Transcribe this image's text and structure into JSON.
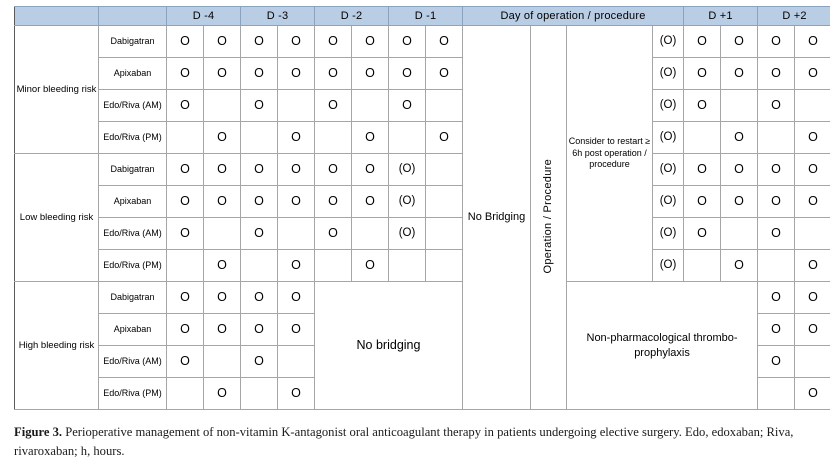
{
  "figure": {
    "label": "Figure 3.",
    "caption_line1": "Perioperative management of non-vitamin K-antagonist oral anticoagulant therapy in patients undergoing elective surgery.",
    "caption_line2": "Edo, edoxaban; Riva, rivaroxaban; h, hours."
  },
  "colors": {
    "header_blue": "#b9cde5",
    "operation_orange": "#ffc000",
    "grid_line": "#a6a6a6",
    "section_line": "#5a5a5a"
  },
  "marks": {
    "dose": "O",
    "optional_dose": "(O)",
    "empty": ""
  },
  "table": {
    "header": {
      "blank_risk": "",
      "blank_drug": "",
      "days_before": [
        "D -4",
        "D -3",
        "D -2",
        "D -1"
      ],
      "day_of": "Day of operation / procedure",
      "days_after": [
        "D +1",
        "D +2"
      ]
    },
    "merged_cells": {
      "no_bridging": "No Bridging",
      "operation_procedure": "Operation / Procedure",
      "consider_restart": "Consider to restart ≥ 6h post operation / procedure",
      "no_bridging_high": "No bridging",
      "non_pharmacological": "Non-pharmacological thrombo-prophylaxis"
    },
    "sections": [
      {
        "risk_label": "Minor bleeding risk",
        "rows": [
          {
            "drug": "Dabigatran",
            "d_minus_4": [
              "O",
              "O"
            ],
            "d_minus_3": [
              "O",
              "O"
            ],
            "d_minus_2": [
              "O",
              "O"
            ],
            "d_minus_1": [
              "O",
              "O"
            ],
            "post_paren": "(O)",
            "d_plus_1": [
              "O",
              "O"
            ],
            "d_plus_2": [
              "O",
              "O"
            ]
          },
          {
            "drug": "Apixaban",
            "d_minus_4": [
              "O",
              "O"
            ],
            "d_minus_3": [
              "O",
              "O"
            ],
            "d_minus_2": [
              "O",
              "O"
            ],
            "d_minus_1": [
              "O",
              "O"
            ],
            "post_paren": "(O)",
            "d_plus_1": [
              "O",
              "O"
            ],
            "d_plus_2": [
              "O",
              "O"
            ]
          },
          {
            "drug": "Edo/Riva (AM)",
            "d_minus_4": [
              "O",
              ""
            ],
            "d_minus_3": [
              "O",
              ""
            ],
            "d_minus_2": [
              "O",
              ""
            ],
            "d_minus_1": [
              "O",
              ""
            ],
            "post_paren": "(O)",
            "d_plus_1": [
              "O",
              ""
            ],
            "d_plus_2": [
              "O",
              ""
            ]
          },
          {
            "drug": "Edo/Riva (PM)",
            "d_minus_4": [
              "",
              "O"
            ],
            "d_minus_3": [
              "",
              "O"
            ],
            "d_minus_2": [
              "",
              "O"
            ],
            "d_minus_1": [
              "",
              "O"
            ],
            "post_paren": "(O)",
            "d_plus_1": [
              "",
              "O"
            ],
            "d_plus_2": [
              "",
              "O"
            ]
          }
        ]
      },
      {
        "risk_label": "Low bleeding risk",
        "rows": [
          {
            "drug": "Dabigatran",
            "d_minus_4": [
              "O",
              "O"
            ],
            "d_minus_3": [
              "O",
              "O"
            ],
            "d_minus_2": [
              "O",
              "O"
            ],
            "d_minus_1": [
              "(O)",
              ""
            ],
            "post_paren": "(O)",
            "d_plus_1": [
              "O",
              "O"
            ],
            "d_plus_2": [
              "O",
              "O"
            ]
          },
          {
            "drug": "Apixaban",
            "d_minus_4": [
              "O",
              "O"
            ],
            "d_minus_3": [
              "O",
              "O"
            ],
            "d_minus_2": [
              "O",
              "O"
            ],
            "d_minus_1": [
              "(O)",
              ""
            ],
            "post_paren": "(O)",
            "d_plus_1": [
              "O",
              "O"
            ],
            "d_plus_2": [
              "O",
              "O"
            ]
          },
          {
            "drug": "Edo/Riva (AM)",
            "d_minus_4": [
              "O",
              ""
            ],
            "d_minus_3": [
              "O",
              ""
            ],
            "d_minus_2": [
              "O",
              ""
            ],
            "d_minus_1": [
              "(O)",
              ""
            ],
            "post_paren": "(O)",
            "d_plus_1": [
              "O",
              ""
            ],
            "d_plus_2": [
              "O",
              ""
            ]
          },
          {
            "drug": "Edo/Riva (PM)",
            "d_minus_4": [
              "",
              "O"
            ],
            "d_minus_3": [
              "",
              "O"
            ],
            "d_minus_2": [
              "",
              "O"
            ],
            "d_minus_1": [
              "",
              ""
            ],
            "post_paren": "(O)",
            "d_plus_1": [
              "",
              "O"
            ],
            "d_plus_2": [
              "",
              "O"
            ]
          }
        ]
      },
      {
        "risk_label": "High bleeding risk",
        "rows": [
          {
            "drug": "Dabigatran",
            "d_minus_4": [
              "O",
              "O"
            ],
            "d_minus_3": [
              "O",
              "O"
            ],
            "d_plus_2": [
              "O",
              "O"
            ]
          },
          {
            "drug": "Apixaban",
            "d_minus_4": [
              "O",
              "O"
            ],
            "d_minus_3": [
              "O",
              "O"
            ],
            "d_plus_2": [
              "O",
              "O"
            ]
          },
          {
            "drug": "Edo/Riva (AM)",
            "d_minus_4": [
              "O",
              ""
            ],
            "d_minus_3": [
              "O",
              ""
            ],
            "d_plus_2": [
              "O",
              ""
            ]
          },
          {
            "drug": "Edo/Riva (PM)",
            "d_minus_4": [
              "",
              "O"
            ],
            "d_minus_3": [
              "",
              "O"
            ],
            "d_plus_2": [
              "",
              "O"
            ]
          }
        ]
      }
    ]
  }
}
